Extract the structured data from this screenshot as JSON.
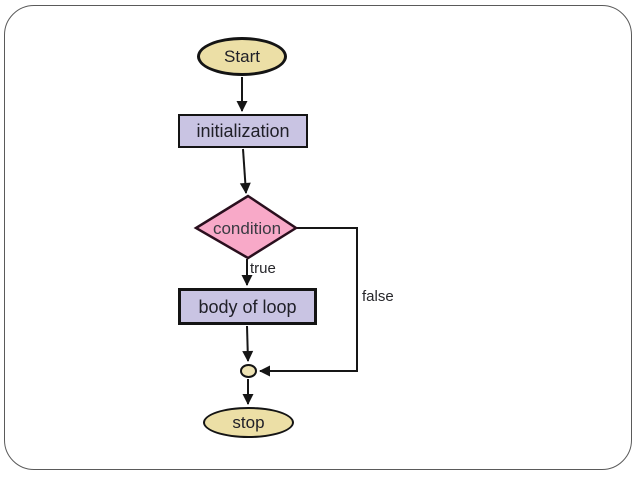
{
  "diagram": {
    "type": "flowchart",
    "nodes": {
      "start": {
        "label": "Start",
        "shape": "ellipse",
        "fill": "#ecdfa6"
      },
      "initialization": {
        "label": "initialization",
        "shape": "rectangle",
        "fill": "#c9c4e3"
      },
      "condition": {
        "label": "condition",
        "shape": "diamond",
        "fill": "#f8a9c8"
      },
      "body": {
        "label": "body of loop",
        "shape": "rectangle",
        "fill": "#c9c4e3"
      },
      "junction": {
        "label": "",
        "shape": "connector-dot",
        "fill": "#eee3b4"
      },
      "stop": {
        "label": "stop",
        "shape": "ellipse",
        "fill": "#ecdfa6"
      }
    },
    "edges": [
      {
        "from": "start",
        "to": "initialization",
        "label": ""
      },
      {
        "from": "initialization",
        "to": "condition",
        "label": ""
      },
      {
        "from": "condition",
        "to": "body",
        "label": "true"
      },
      {
        "from": "condition",
        "to": "junction",
        "label": "false"
      },
      {
        "from": "body",
        "to": "junction",
        "label": ""
      },
      {
        "from": "junction",
        "to": "stop",
        "label": ""
      }
    ],
    "labels": {
      "true": "true",
      "false": "false"
    },
    "colors": {
      "line": "#161616",
      "diamond_stroke": "#2a0f1e",
      "frame_border": "#5a5a5a"
    }
  }
}
